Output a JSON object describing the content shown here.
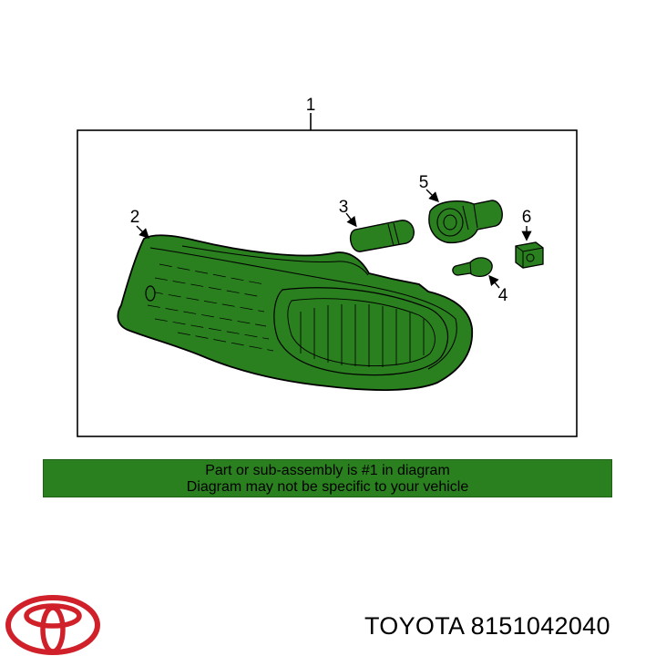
{
  "diagram": {
    "callouts": {
      "c1": "1",
      "c2": "2",
      "c3": "3",
      "c4": "4",
      "c5": "5",
      "c6": "6"
    },
    "part_color": "#2a7f1f",
    "outline_color": "#000000"
  },
  "banner": {
    "line1": "Part or sub-assembly is #1 in diagram",
    "line2": "Diagram may not be specific to your vehicle",
    "color": "#2a7f1f"
  },
  "brand": {
    "logo_icon": "toyota-logo-icon",
    "logo_color": "#d0202a",
    "part_label": "TOYOTA 8151042040"
  }
}
